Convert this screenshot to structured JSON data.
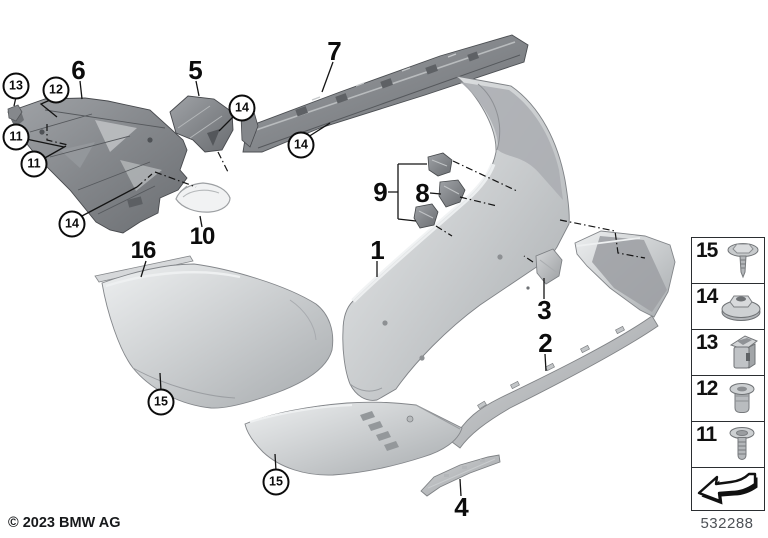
{
  "callouts": {
    "plain": [
      {
        "label": "6"
      },
      {
        "label": "5"
      },
      {
        "label": "7"
      },
      {
        "label": "9"
      },
      {
        "label": "8"
      },
      {
        "label": "1"
      },
      {
        "label": "10"
      },
      {
        "label": "16"
      },
      {
        "label": "3"
      },
      {
        "label": "2"
      },
      {
        "label": "4"
      }
    ],
    "circled": [
      {
        "label": "13"
      },
      {
        "label": "12"
      },
      {
        "label": "11"
      },
      {
        "label": "11"
      },
      {
        "label": "14"
      },
      {
        "label": "14"
      },
      {
        "label": "14"
      },
      {
        "label": "15"
      },
      {
        "label": "15"
      }
    ]
  },
  "legend": {
    "items": [
      {
        "number": "15",
        "icon": "hex-washer-screw-icon"
      },
      {
        "number": "14",
        "icon": "flange-nut-icon"
      },
      {
        "number": "13",
        "icon": "cage-clip-icon"
      },
      {
        "number": "12",
        "icon": "expansion-rivet-icon"
      },
      {
        "number": "11",
        "icon": "round-washer-screw-icon"
      }
    ],
    "direction_box_icon": "bent-arrow-icon"
  },
  "footer": {
    "copyright": "© 2023 BMW AG",
    "diagram_number": "532288"
  },
  "colors": {
    "background": "#ffffff",
    "line": "#111111",
    "part_light": "#c9ccce",
    "part_dark": "#8b8e92",
    "border": "#2b2e31"
  }
}
